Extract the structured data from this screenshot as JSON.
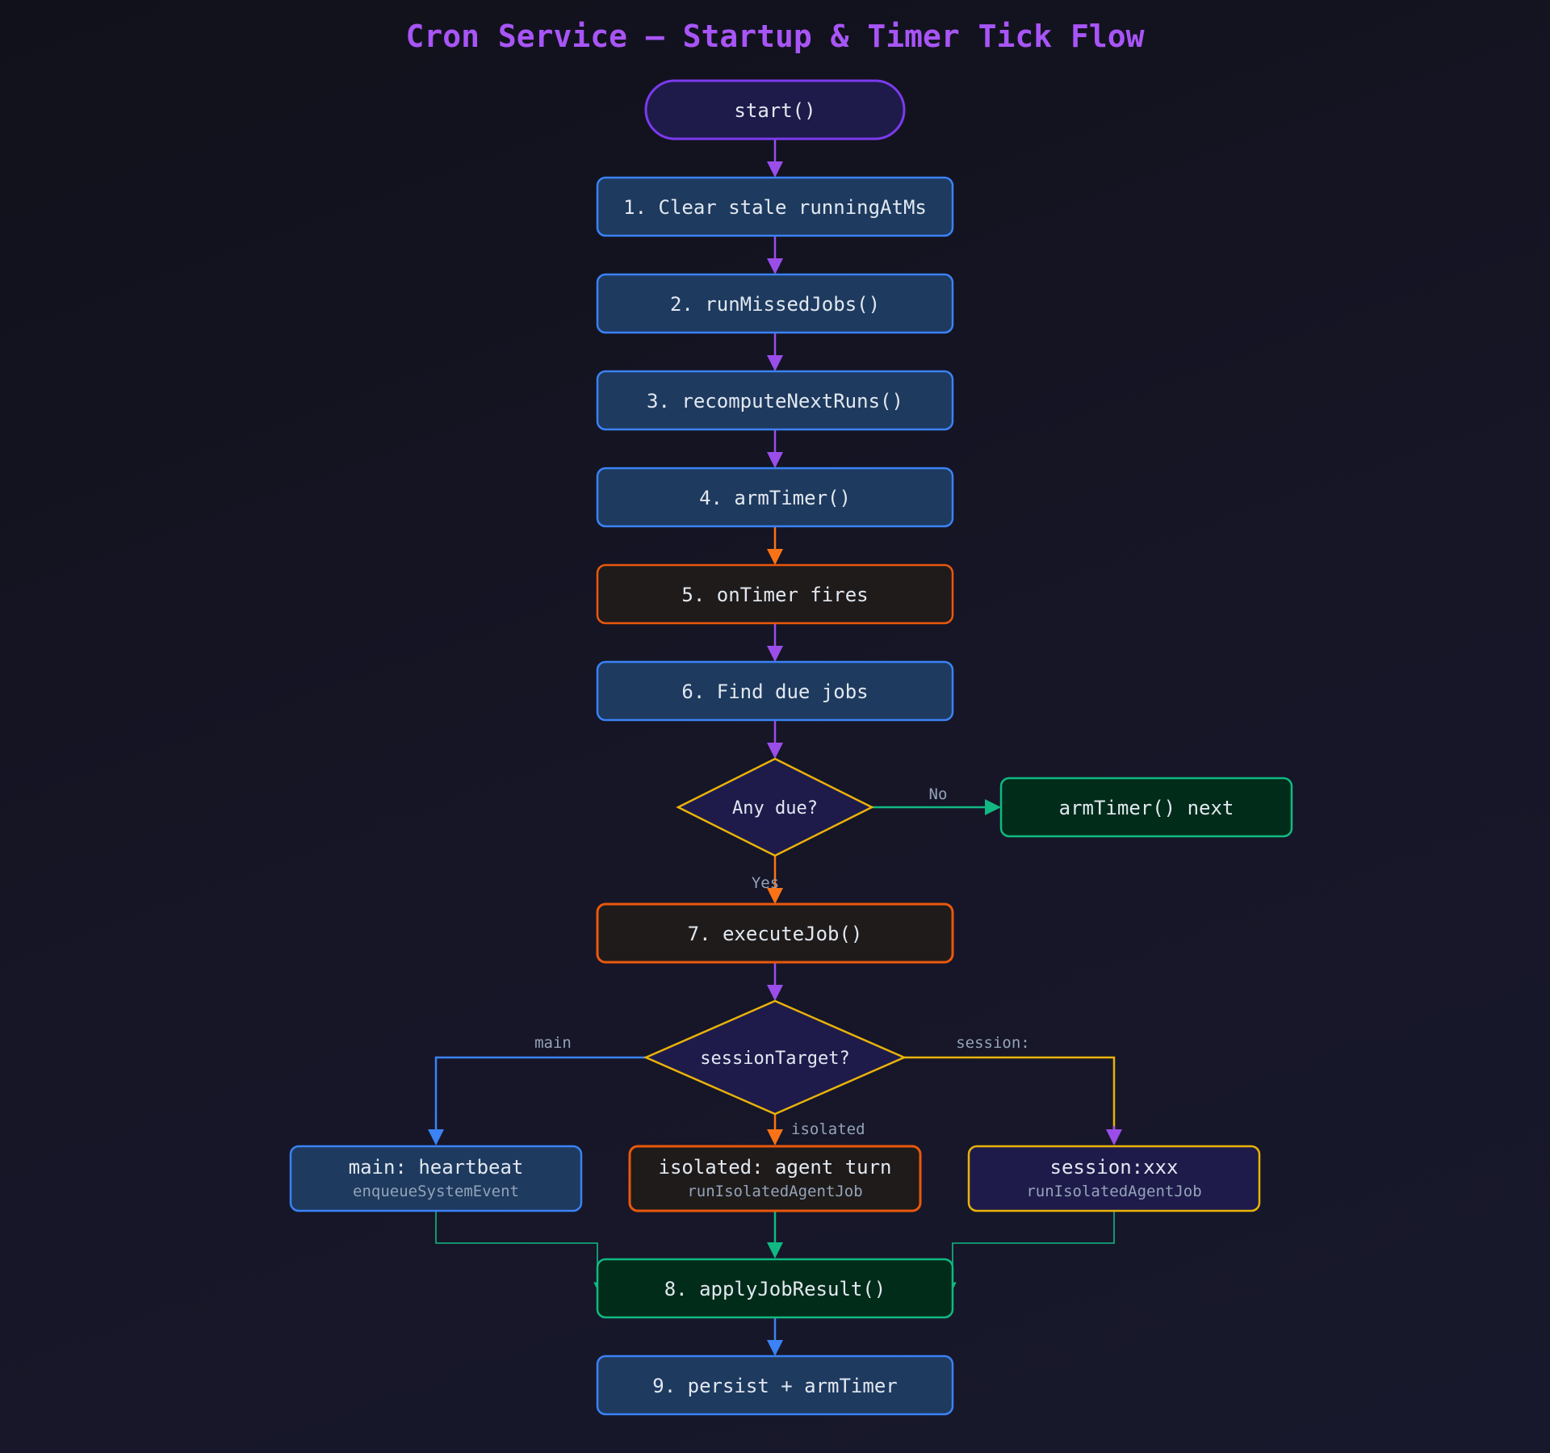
{
  "title": "Cron Service — Startup & Timer Tick Flow",
  "colors": {
    "purple": "#9b4dea",
    "blue": "#3b82f6",
    "orange": "#f97316",
    "green": "#10b981",
    "yellow": "#eab308",
    "title": "#a855f7"
  },
  "nodes": {
    "start": "start()",
    "step1": "1. Clear stale runningAtMs",
    "step2": "2. runMissedJobs()",
    "step3": "3. recomputeNextRuns()",
    "step4": "4. armTimer()",
    "step5": "5. onTimer fires",
    "step6": "6. Find due jobs",
    "any_due": "Any due?",
    "arm_next": "armTimer() next",
    "step7": "7. executeJob()",
    "session_target": "sessionTarget?",
    "main_title": "main: heartbeat",
    "main_sub": "enqueueSystemEvent",
    "isolated_title": "isolated: agent turn",
    "isolated_sub": "runIsolatedAgentJob",
    "session_title": "session:xxx",
    "session_sub": "runIsolatedAgentJob",
    "step8": "8. applyJobResult()",
    "step9": "9. persist + armTimer"
  },
  "edge_labels": {
    "no": "No",
    "yes": "Yes",
    "main": "main",
    "isolated": "isolated",
    "session": "session:"
  }
}
